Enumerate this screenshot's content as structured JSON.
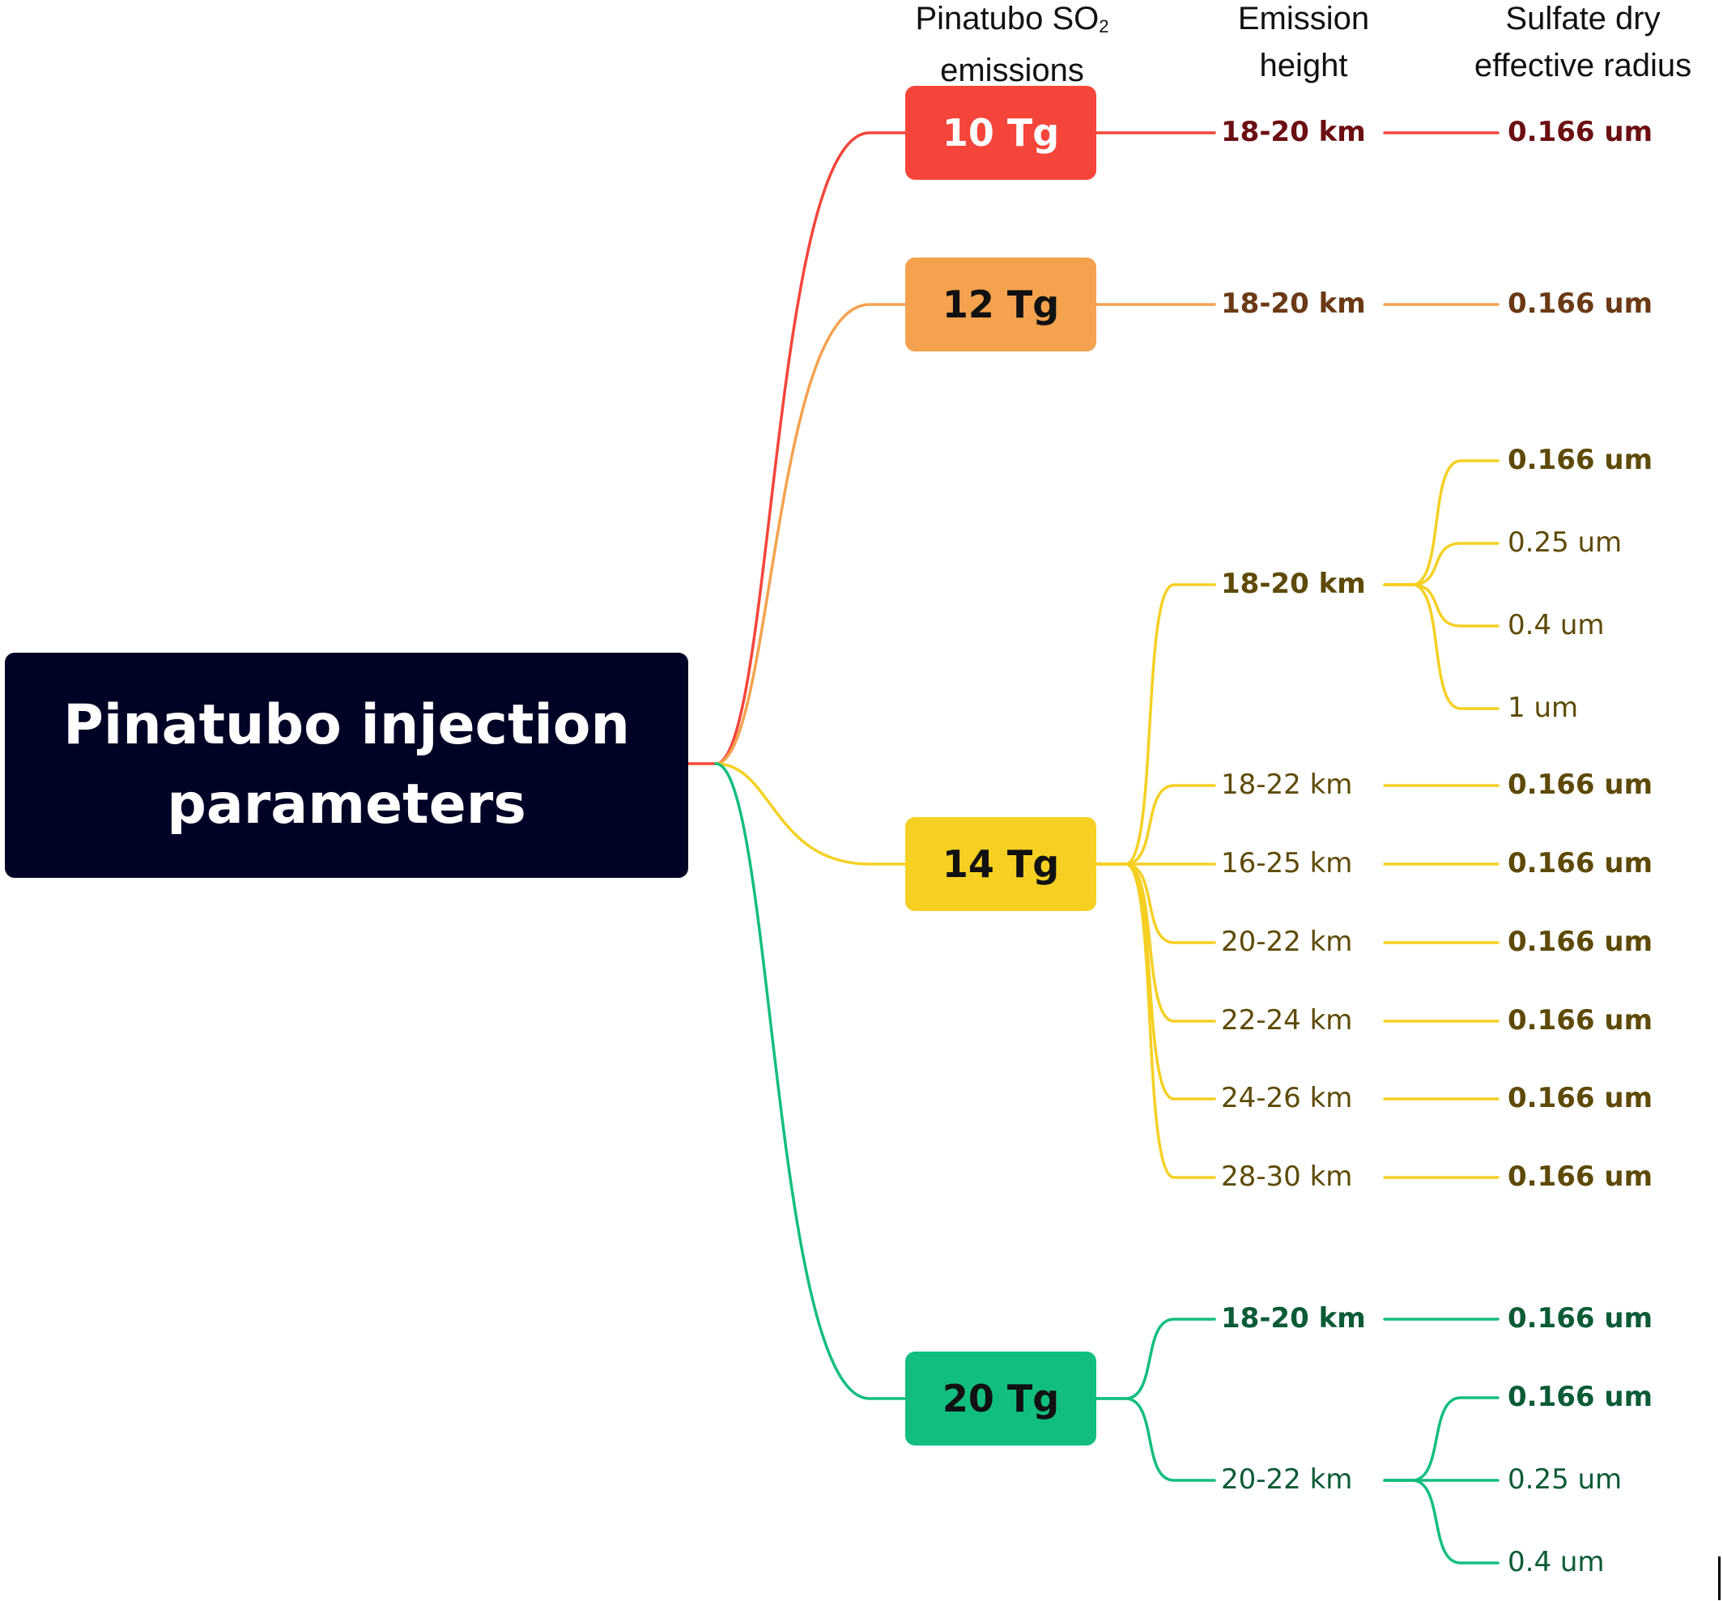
{
  "headers": {
    "emissions_line1": "Pinatubo SO",
    "emissions_sub": "2",
    "emissions_line2": "emissions",
    "height_line1": "Emission",
    "height_line2": "height",
    "radius_line1": "Sulfate dry",
    "radius_line2": "effective radius"
  },
  "root": {
    "title": "Pinatubo injection parameters"
  },
  "colors": {
    "red": "#F5453A",
    "orange": "#F4A24E",
    "yellow": "#F5D023",
    "green": "#12BE7F",
    "root_bg": "#000326",
    "red_text": "#6B0F12",
    "orange_text": "#6B3A14",
    "yellow_text": "#5E4A07",
    "green_text": "#0B5B37"
  },
  "branches": [
    {
      "emission": "10 Tg",
      "color": "red",
      "heights": [
        {
          "label": "18-20 km",
          "bold": true,
          "radii": [
            {
              "label": "0.166 um",
              "bold": true
            }
          ]
        }
      ]
    },
    {
      "emission": "12 Tg",
      "color": "orange",
      "heights": [
        {
          "label": "18-20 km",
          "bold": true,
          "radii": [
            {
              "label": "0.166 um",
              "bold": true
            }
          ]
        }
      ]
    },
    {
      "emission": "14 Tg",
      "color": "yellow",
      "heights": [
        {
          "label": "18-20 km",
          "bold": true,
          "radii": [
            {
              "label": "0.166 um",
              "bold": true
            },
            {
              "label": "0.25 um",
              "bold": false
            },
            {
              "label": "0.4 um",
              "bold": false
            },
            {
              "label": "1 um",
              "bold": false
            }
          ]
        },
        {
          "label": "18-22 km",
          "bold": false,
          "radii": [
            {
              "label": "0.166 um",
              "bold": true
            }
          ]
        },
        {
          "label": "16-25 km",
          "bold": false,
          "radii": [
            {
              "label": "0.166 um",
              "bold": true
            }
          ]
        },
        {
          "label": "20-22 km",
          "bold": false,
          "radii": [
            {
              "label": "0.166 um",
              "bold": true
            }
          ]
        },
        {
          "label": "22-24 km",
          "bold": false,
          "radii": [
            {
              "label": "0.166 um",
              "bold": true
            }
          ]
        },
        {
          "label": "24-26 km",
          "bold": false,
          "radii": [
            {
              "label": "0.166 um",
              "bold": true
            }
          ]
        },
        {
          "label": "28-30 km",
          "bold": false,
          "radii": [
            {
              "label": "0.166 um",
              "bold": true
            }
          ]
        }
      ]
    },
    {
      "emission": "20 Tg",
      "color": "green",
      "heights": [
        {
          "label": "18-20 km",
          "bold": true,
          "radii": [
            {
              "label": "0.166 um",
              "bold": true
            }
          ]
        },
        {
          "label": "20-22 km",
          "bold": false,
          "radii": [
            {
              "label": "0.166 um",
              "bold": true
            },
            {
              "label": "0.25 um",
              "bold": false
            },
            {
              "label": "0.4 um",
              "bold": false
            }
          ]
        }
      ]
    }
  ]
}
